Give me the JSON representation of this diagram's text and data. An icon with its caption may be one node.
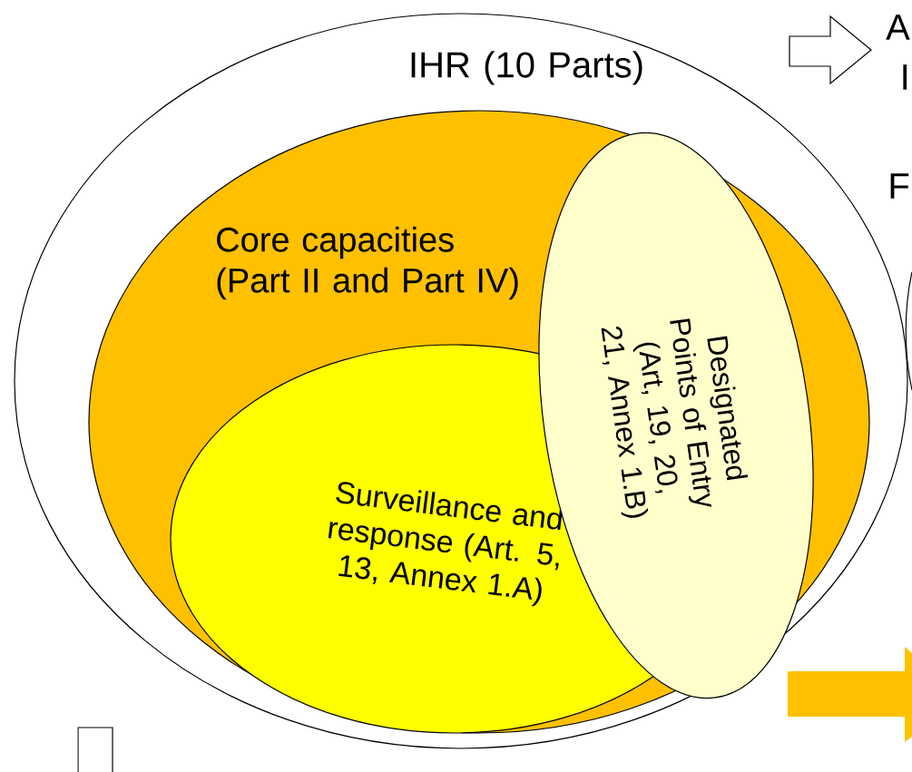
{
  "diagram": {
    "nodes": [
      {
        "text": [
          "IHR (10 Parts)"
        ]
      },
      {
        "text": [
          "Core capacities (Part II and Part IV)"
        ],
        "in": 0
      },
      {
        "text": [
          "Surveillance and response (Art. 5, 13, Annex 1.A)"
        ],
        "in": 1
      },
      {
        "text": [
          "Designated Points of Entry (Art, 19, 20, 21, Annex 1.B)"
        ],
        "in": 1
      }
    ],
    "labels": [
      "A",
      "I",
      "F"
    ]
  }
}
